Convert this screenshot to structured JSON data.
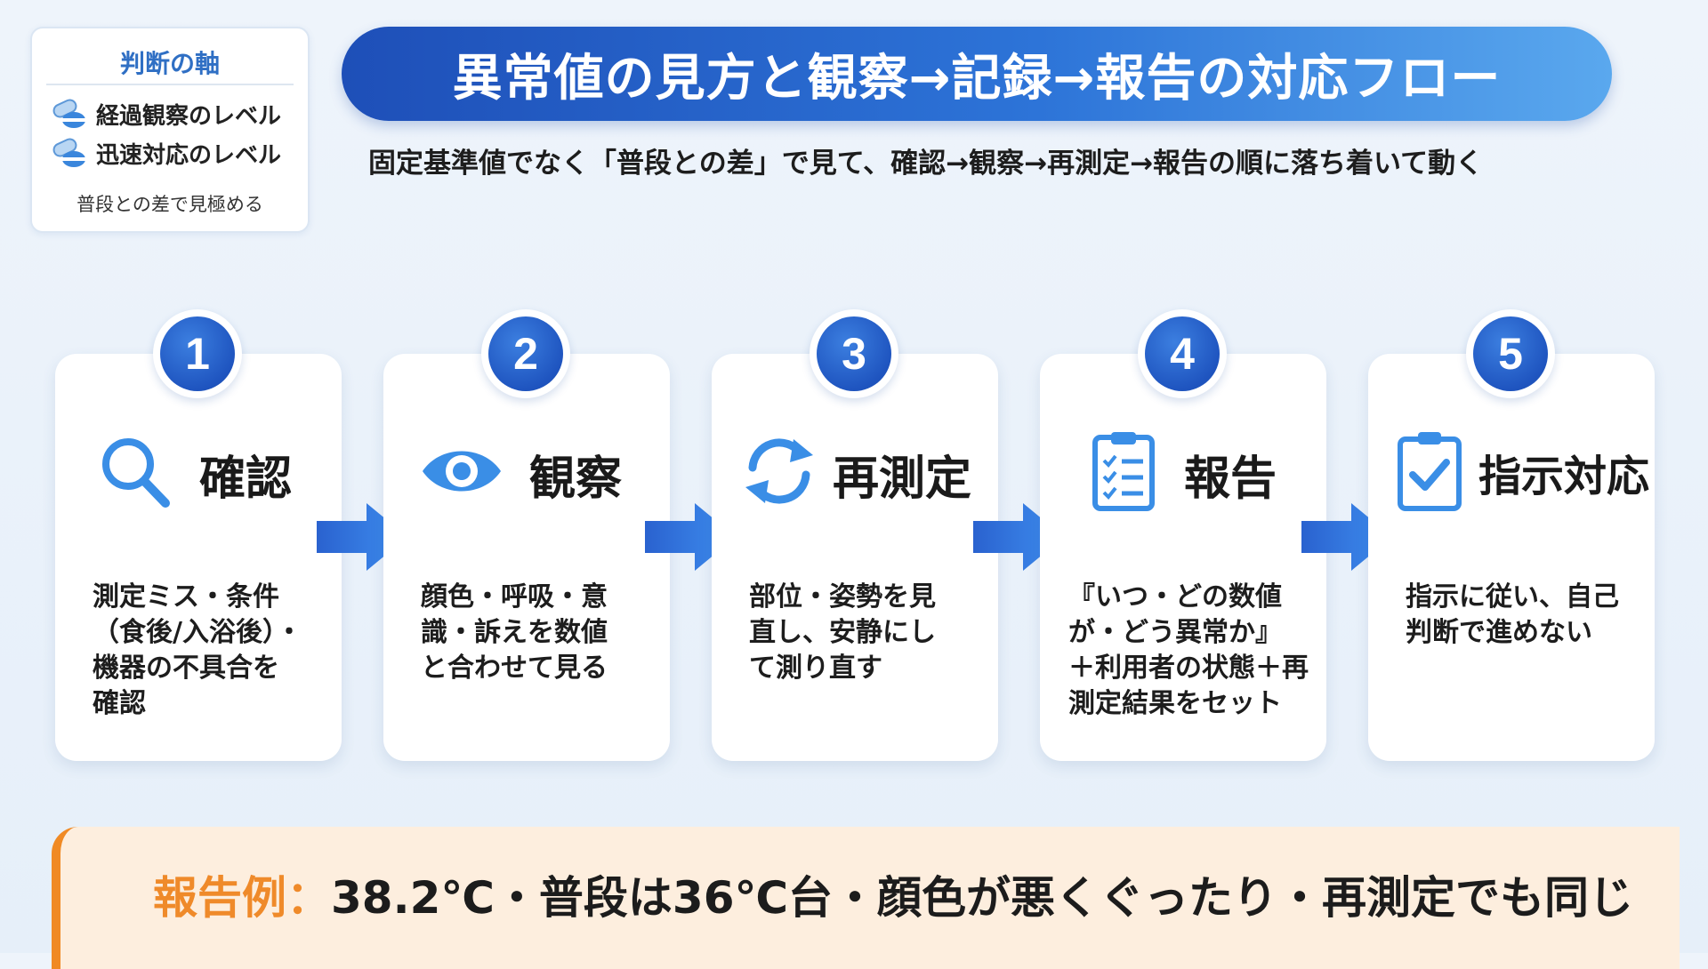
{
  "legend": {
    "title": "判断の軸",
    "items": [
      {
        "label": "経過観察のレベル",
        "icon": "pill-icon"
      },
      {
        "label": "迅速対応のレベル",
        "icon": "pill-icon"
      }
    ],
    "note": "普段との差で見極める"
  },
  "header": {
    "title": "異常値の見方と観察→記録→報告の対応フロー",
    "subtitle": "固定基準値でなく「普段との差」で見て、確認→観察→再測定→報告の順に落ち着いて動く"
  },
  "steps": [
    {
      "number": "1",
      "title": "確認",
      "icon": "magnifier-icon",
      "body": [
        "測定ミス・条件",
        "（食後/入浴後）・",
        "機器の不具合を",
        "確認"
      ]
    },
    {
      "number": "2",
      "title": "観察",
      "icon": "eye-icon",
      "body": [
        "顔色・呼吸・意",
        "識・訴えを数値",
        "と合わせて見る"
      ]
    },
    {
      "number": "3",
      "title": "再測定",
      "icon": "refresh-icon",
      "body": [
        "部位・姿勢を見",
        "直し、安静にし",
        "て測り直す"
      ]
    },
    {
      "number": "4",
      "title": "報告",
      "icon": "checklist-icon",
      "body": [
        "『いつ・どの数値",
        "が・どう異常か』",
        "＋利用者の状態＋再",
        "測定結果をセット"
      ]
    },
    {
      "number": "5",
      "title": "指示対応",
      "icon": "clipboard-check-icon",
      "body": [
        "指示に従い、自己",
        "判断で進めない"
      ]
    }
  ],
  "example": {
    "label": "報告例：",
    "text": "38.2℃・普段は36℃台・顔色が悪くぐったり・再測定でも同じ"
  },
  "colors": {
    "accent": "#1f55c0",
    "icon": "#3a8ee6",
    "arrow": "#2a6fd6",
    "example_border": "#f08a24",
    "example_label": "#ef8a2a"
  }
}
